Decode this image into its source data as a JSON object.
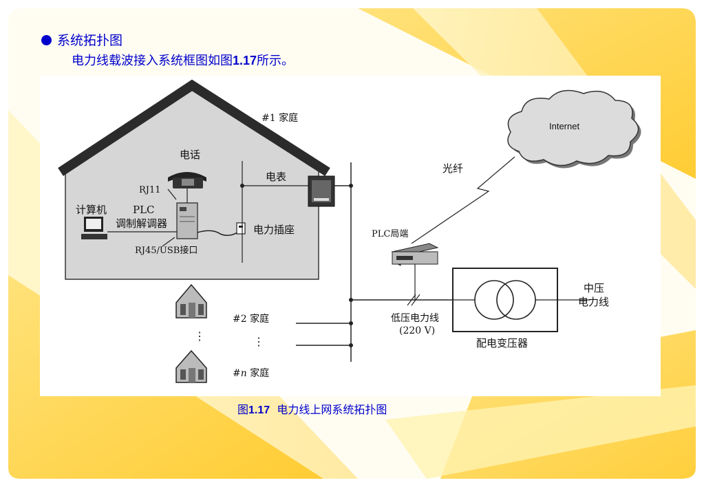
{
  "slide": {
    "bullet_heading": "系统拓扑图",
    "intro_prefix": "电力线载波接入系统框图如图",
    "intro_figref": "1.17",
    "intro_suffix": "所示。",
    "caption_prefix": "图",
    "caption_number": "1.17",
    "caption_text": "电力线上网系统拓扑图"
  },
  "diagram": {
    "house1_label": "#1 家庭",
    "phone_label": "电话",
    "rj11_label": "RJ11",
    "computer_label": "计算机",
    "plc_line1": "PLC",
    "plc_line2": "调制解调器",
    "rj45_label": "RJ45/USB接口",
    "meter_label": "电表",
    "socket_label": "电力插座",
    "fiber_label": "光纤",
    "internet_label": "Internet",
    "plc_office_label": "PLC局端",
    "low_voltage_line1": "低压电力线",
    "low_voltage_line2": "(220 V)",
    "transformer_label": "配电变压器",
    "mid_voltage_line1": "中压",
    "mid_voltage_line2": "电力线",
    "house2_label": "#2 家庭",
    "housen_label_prefix": "#",
    "housen_label_italic": "n",
    "housen_label_suffix": " 家庭",
    "vertical_ellipsis": "⋮"
  },
  "colors": {
    "accent_text": "#0000cc",
    "background_yellow": "#ffd54a",
    "light_yellow": "#fff3b0",
    "roof": "#2b2b2b",
    "house_fill": "#d6d6d6"
  }
}
